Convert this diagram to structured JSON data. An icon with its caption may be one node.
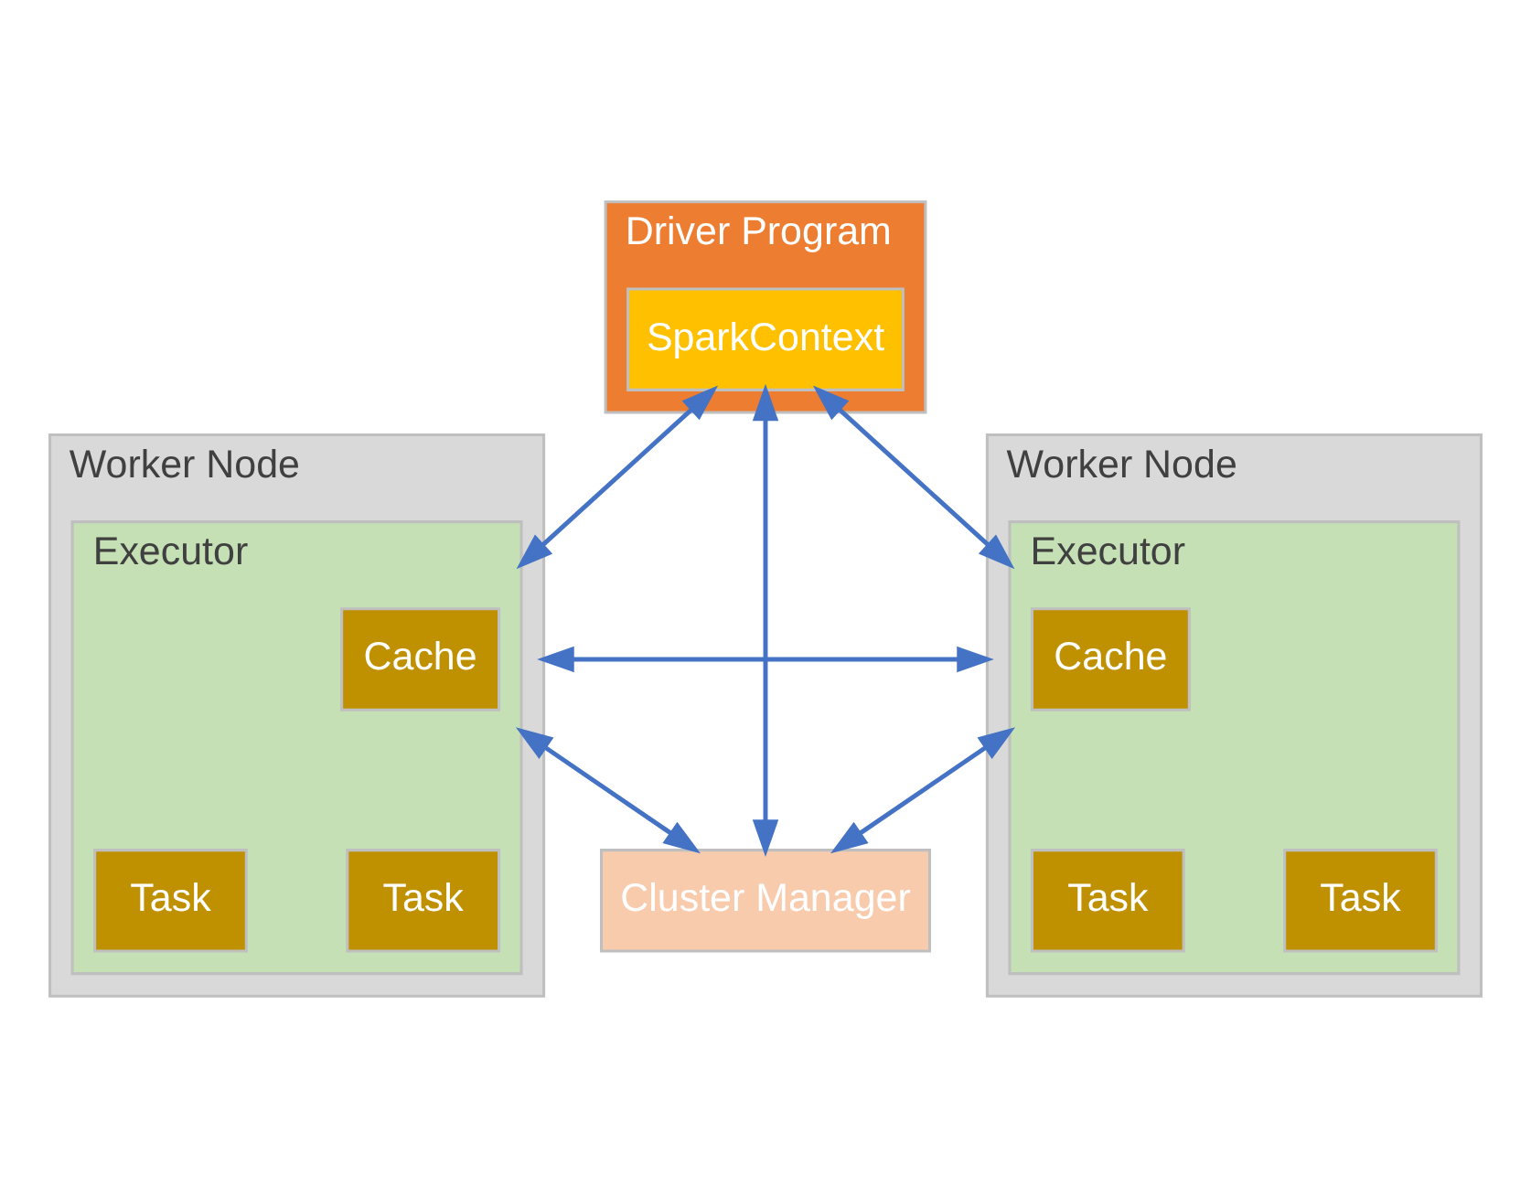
{
  "diagram": {
    "nodes": [
      {
        "text": [
          "Driver Program"
        ]
      },
      {
        "text": [
          "SparkContext"
        ],
        "in": 0
      },
      {
        "text": [
          "Cluster Manager"
        ]
      },
      {
        "text": [
          "Worker Node"
        ]
      },
      {
        "text": [
          "Executor"
        ],
        "in": 3
      },
      {
        "text": [
          "Cache"
        ],
        "in": 4
      },
      {
        "text": [
          "Task"
        ],
        "in": 4
      },
      {
        "text": [
          "Task"
        ],
        "in": 4
      },
      {
        "text": [
          "Worker Node"
        ]
      },
      {
        "text": [
          "Executor"
        ],
        "in": 8
      },
      {
        "text": [
          "Cache"
        ],
        "in": 9
      },
      {
        "text": [
          "Task"
        ],
        "in": 9
      },
      {
        "text": [
          "Task"
        ],
        "in": 9
      }
    ],
    "edges": [
      {
        "from": 1,
        "to": 2,
        "arrow": "both"
      },
      {
        "from": 1,
        "to": 4,
        "arrow": "both"
      },
      {
        "from": 4,
        "to": 2,
        "arrow": "both"
      },
      {
        "from": 1,
        "to": 9,
        "arrow": "both"
      },
      {
        "from": 9,
        "to": 2,
        "arrow": "both"
      },
      {
        "from": 3,
        "to": 8,
        "arrow": "both"
      }
    ]
  }
}
